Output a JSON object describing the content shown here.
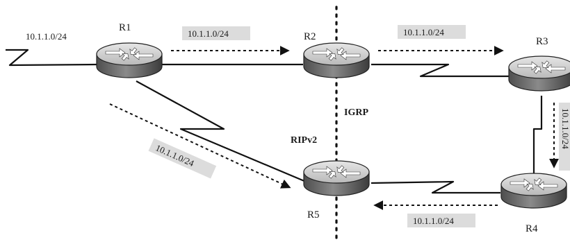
{
  "routers": [
    {
      "name": "R1",
      "icon": "router-icon"
    },
    {
      "name": "R2",
      "icon": "router-icon"
    },
    {
      "name": "R3",
      "icon": "router-icon"
    },
    {
      "name": "R4",
      "icon": "router-icon"
    },
    {
      "name": "R5",
      "icon": "router-icon"
    }
  ],
  "network": {
    "prefix": "10.1.1.0/24"
  },
  "advertisements": [
    {
      "label": "10.1.1.0/24",
      "from": "R1",
      "to": "R2"
    },
    {
      "label": "10.1.1.0/24",
      "from": "R2",
      "to": "R3"
    },
    {
      "label": "10.1.1.0/24",
      "from": "R3",
      "to": "R4"
    },
    {
      "label": "10.1.1.0/24",
      "from": "R4",
      "to": "R5"
    },
    {
      "label": "10.1.1.0/24",
      "from": "R1",
      "to": "R5"
    }
  ],
  "domains": {
    "left": "RIPv2",
    "right": "IGRP"
  },
  "colors": {
    "line": "#111111",
    "router_top": "#d8d8d8",
    "router_side": "#6e6e6e",
    "label_bg": "#dcdcdc"
  }
}
